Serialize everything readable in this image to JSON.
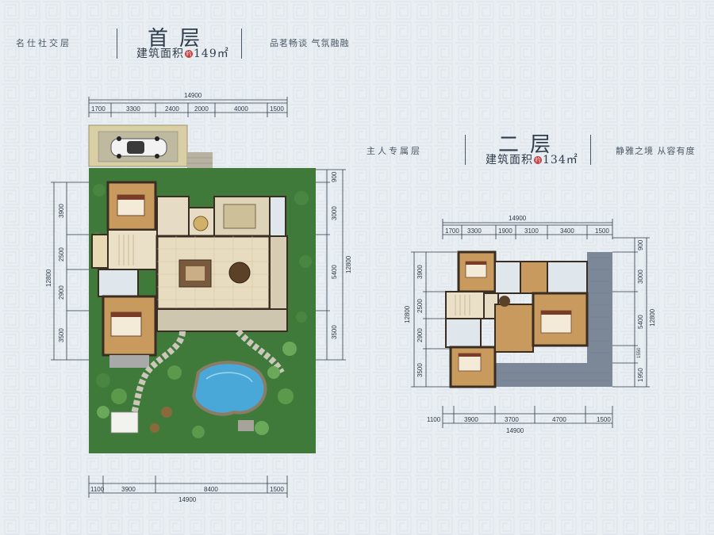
{
  "ground_floor": {
    "left_tagline": "名仕社交层",
    "title": "首层",
    "area_label": "建筑面积",
    "area_icon": "约",
    "area_value": "149㎡",
    "right_tagline": "品茗畅谈  气氛融融",
    "top_total": "14900",
    "top_dims": [
      "1700",
      "3300",
      "2400",
      "2000",
      "4000",
      "1500"
    ],
    "left_total": "12800",
    "left_dims": [
      "3900",
      "2500",
      "2900",
      "3500"
    ],
    "right_total": "12800",
    "right_dims": [
      "900",
      "3000",
      "5400",
      "3500"
    ],
    "bottom_dims": [
      "1100",
      "3900",
      "8400",
      "1500"
    ],
    "bottom_total": "14900"
  },
  "second_floor": {
    "left_tagline": "主人专属层",
    "title": "二层",
    "area_label": "建筑面积",
    "area_icon": "约",
    "area_value": "134㎡",
    "right_tagline": "静雅之境  从容有度",
    "top_total": "14900",
    "top_dims": [
      "1700",
      "3300",
      "1900",
      "3100",
      "3400",
      "1500"
    ],
    "left_total": "12800",
    "left_dims": [
      "3900",
      "2500",
      "2900",
      "3500"
    ],
    "right_total": "12800",
    "right_dims": [
      "900",
      "3000",
      "5400",
      "1550",
      "1950"
    ],
    "bottom_dims": [
      "1100",
      "3900",
      "3700",
      "4700",
      "1500"
    ],
    "bottom_total": "14900"
  },
  "colors": {
    "background": "#e9eef2",
    "lawn": "#3f7a3a",
    "wood_floor": "#c99a5e",
    "tile_floor": "#e6dcc6",
    "roof": "#7c8898",
    "pool": "#4aa8d8"
  }
}
